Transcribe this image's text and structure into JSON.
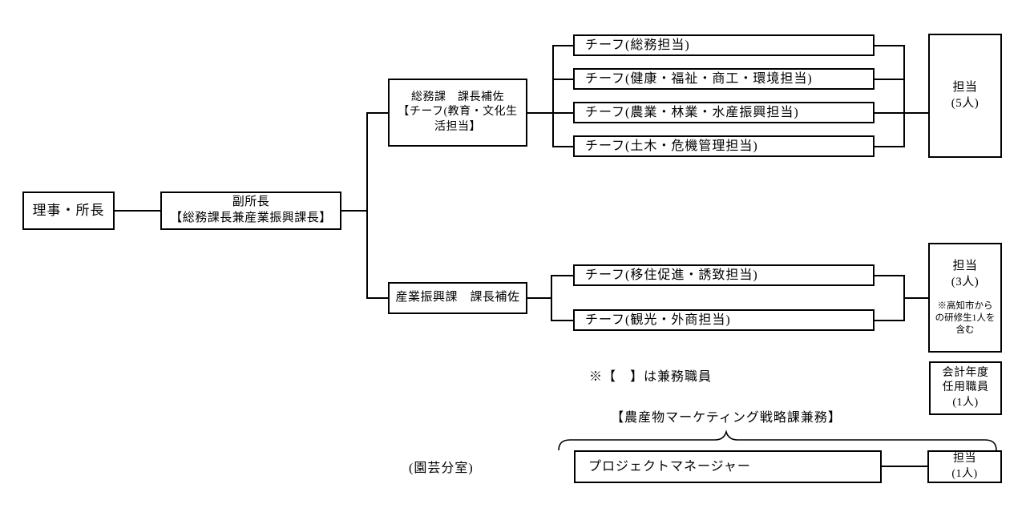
{
  "org": {
    "director": {
      "label": "理事・所長"
    },
    "deputy": {
      "line1": "副所長",
      "line2": "【総務課長兼産業振興課長】"
    },
    "somuka": {
      "line1": "総務課　課長補佐",
      "line2": "【チーフ(教育・文化生",
      "line3": "活担当】"
    },
    "chiefs_top": [
      "チーフ(総務担当)",
      "チーフ(健康・福祉・商工・環境担当)",
      "チーフ(農業・林業・水産振興担当)",
      "チーフ(土木・危機管理担当)"
    ],
    "tanto5": {
      "line1": "担当",
      "line2": "(5人)"
    },
    "sangyoka": {
      "label": "産業振興課　課長補佐"
    },
    "chiefs_bottom": [
      "チーフ(移住促進・誘致担当)",
      "チーフ(観光・外商担当)"
    ],
    "tanto3": {
      "line1": "担当",
      "line2": "(3人)",
      "note": "※高知市からの研修生1人を含む"
    },
    "kaikei": {
      "line1": "会計年度",
      "line2": "任用職員",
      "line3": "(1人)"
    },
    "project_manager": {
      "label": "プロジェクトマネージャー"
    },
    "tanto1": {
      "line1": "担当",
      "line2": "(1人)"
    },
    "annotations": {
      "kenmu_note": "※【　】は兼務職員",
      "marketing_label": "【農産物マーケティング戦略課兼務】",
      "engei_label": "(園芸分室)"
    },
    "colors": {
      "line": "#000000",
      "background": "#ffffff",
      "text": "#000000"
    }
  }
}
